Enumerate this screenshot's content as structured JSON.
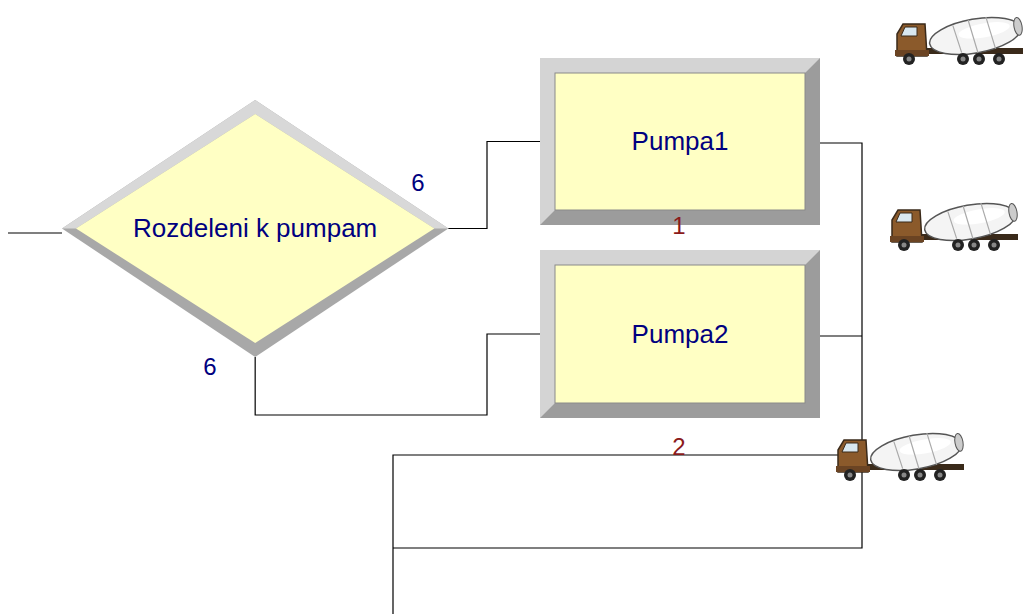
{
  "diagram": {
    "nodes": [
      {
        "text": [
          "Rozdeleni k pumpam"
        ]
      },
      {
        "text": [
          "Pumpa1"
        ]
      },
      {
        "text": [
          "Pumpa2"
        ]
      }
    ],
    "edges": [
      {
        "from": 0,
        "to": 1,
        "arrow": "none"
      },
      {
        "from": 0,
        "to": 2,
        "arrow": "none"
      }
    ],
    "labels": [
      "6",
      "6",
      "1",
      "2"
    ]
  }
}
